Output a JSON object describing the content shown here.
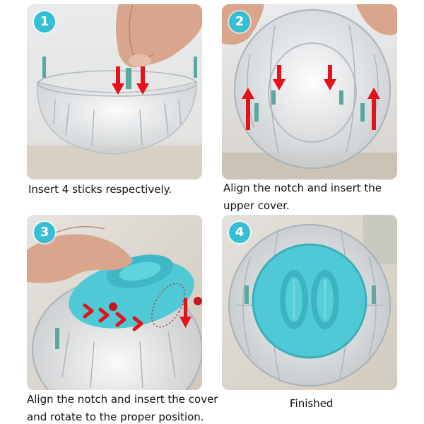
{
  "colors": {
    "badge": "#35bfd4",
    "arrow": "#e3121b",
    "cover": "#4fc9d6",
    "peg": "#5aa8a0"
  },
  "steps": [
    {
      "number": "1",
      "caption": "Insert 4 sticks respectively."
    },
    {
      "number": "2",
      "caption": "Align the notch and insert the upper cover."
    },
    {
      "number": "3",
      "caption": "Align the notch and insert the cover and rotate to the proper position."
    },
    {
      "number": "4",
      "caption": "Finished"
    }
  ]
}
